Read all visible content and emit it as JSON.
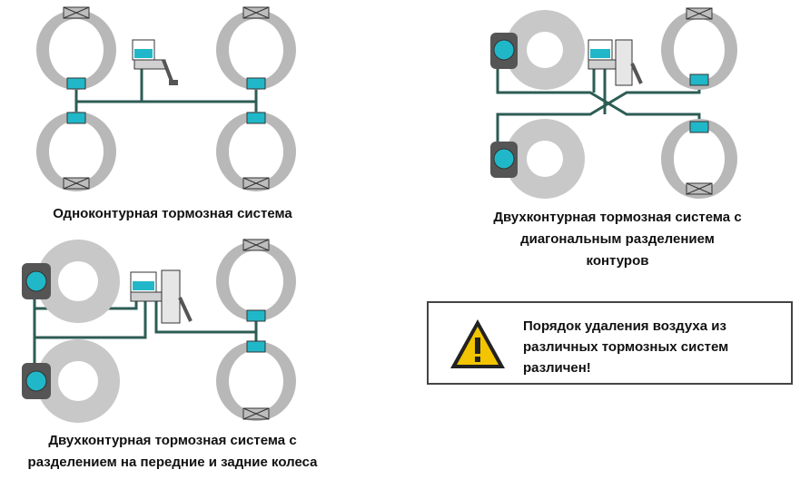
{
  "captions": {
    "single": [
      "Одноконтурная тормозная система"
    ],
    "diagonal": [
      "Двухконтурная тормозная система с",
      "диагональным разделением",
      "контуров"
    ],
    "front_rear": [
      "Двухконтурная тормозная система с",
      "разделением на передние и задние колеса"
    ]
  },
  "warning": {
    "icon": "warning-triangle-icon",
    "lines": [
      "Порядок удаления воздуха из",
      "различных тормозных систем",
      "различен!"
    ]
  },
  "colors": {
    "pipe": "#2d5c55",
    "fluid": "#20b8c8",
    "shoe": "#c8c8c8",
    "warning_fill": "#f2c500"
  }
}
